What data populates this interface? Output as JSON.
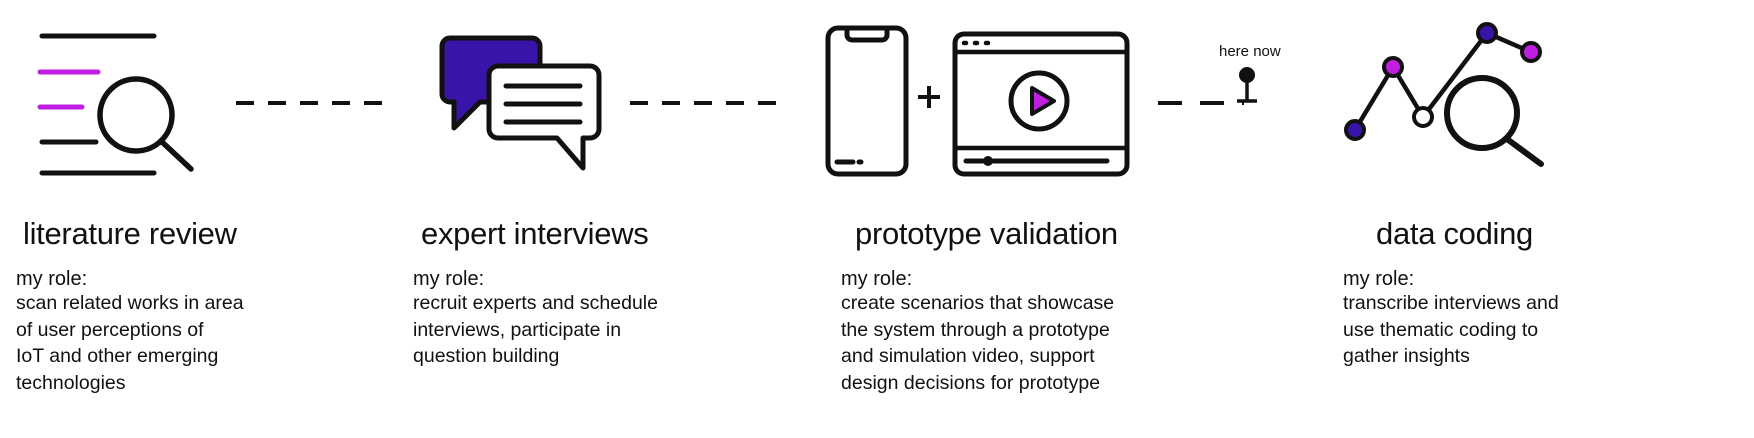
{
  "colors": {
    "stroke": "#111111",
    "accent_magenta": "#c01ee0",
    "accent_indigo": "#3a14a8"
  },
  "marker": {
    "label": "here now"
  },
  "stages": [
    {
      "title": "literature review",
      "role_label": "my role:",
      "role_text": "scan related works in area\nof user perceptions of\nIoT and other emerging\ntechnologies",
      "icon": "literature-review-icon"
    },
    {
      "title": "expert interviews",
      "role_label": "my role:",
      "role_text": "recruit experts and schedule\ninterviews, participate in\nquestion building",
      "icon": "chat-bubbles-icon"
    },
    {
      "title": "prototype validation",
      "role_label": "my role:",
      "role_text": "create scenarios that showcase\nthe system through a prototype\nand simulation video, support\ndesign decisions for prototype",
      "icon": "phone-plus-video-icon"
    },
    {
      "title": "data coding",
      "role_label": "my role:",
      "role_text": "transcribe interviews and\nuse thematic coding to\ngather insights",
      "icon": "data-analysis-icon"
    }
  ]
}
